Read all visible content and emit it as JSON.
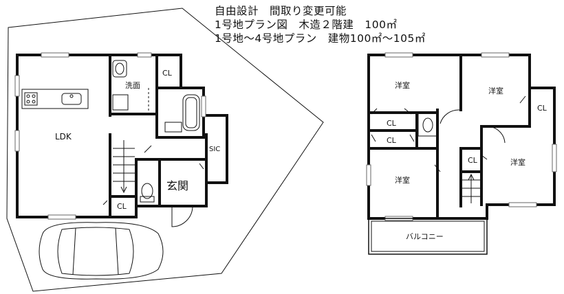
{
  "header": {
    "line1": "自由設計　間取り変更可能",
    "line2": "1号地プラン図　木造２階建　100㎡",
    "line3": "1号地～4号地プラン　建物100㎡～105㎡"
  },
  "floor1": {
    "ldk": "LDK",
    "washroom": "洗面",
    "cl_top": "CL",
    "sic": "SIC",
    "entrance": "玄関",
    "cl_bottom": "CL"
  },
  "floor2": {
    "room_top_left": "洋室",
    "room_top_right": "洋室",
    "cl_right": "CL",
    "cl_mid1": "CL",
    "cl_mid2": "CL",
    "room_bottom_left": "洋室",
    "cl_small": "CL",
    "room_bottom_right": "洋室",
    "balcony": "バルコニー"
  }
}
